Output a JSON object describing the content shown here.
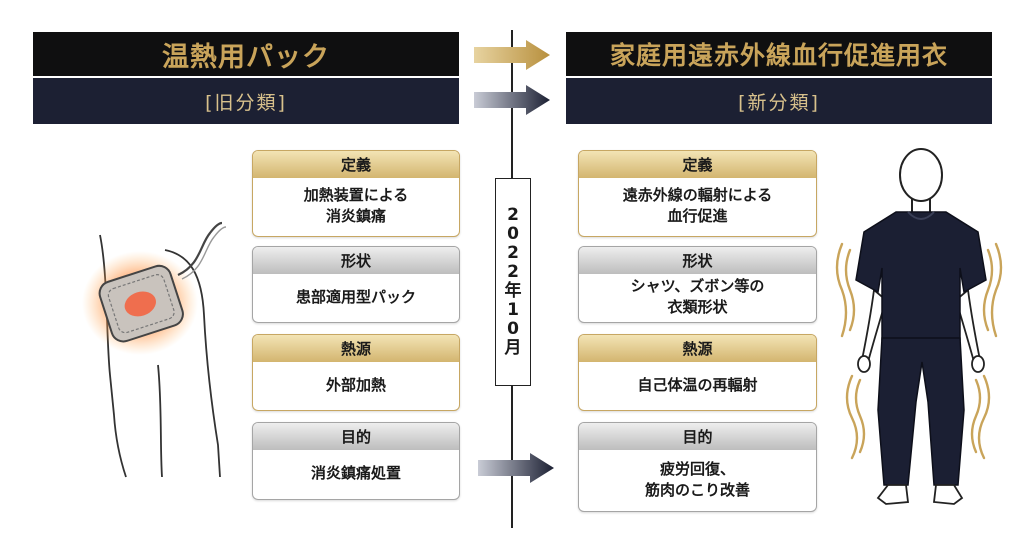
{
  "left_header": {
    "title": "温熱用パック",
    "sub": "[旧分類]"
  },
  "right_header": {
    "title": "家庭用遠赤外線血行促進用衣",
    "sub": "[新分類]"
  },
  "date_chars": [
    "2",
    "0",
    "2",
    "2",
    "年",
    "1",
    "0",
    "月"
  ],
  "left_cards": [
    {
      "head": "定義",
      "body": "加熱装置による\n消炎鎮痛",
      "style": "gold"
    },
    {
      "head": "形状",
      "body": "患部適用型パック",
      "style": "gray"
    },
    {
      "head": "熱源",
      "body": "外部加熱",
      "style": "gold"
    },
    {
      "head": "目的",
      "body": "消炎鎮痛処置",
      "style": "gray"
    }
  ],
  "right_cards": [
    {
      "head": "定義",
      "body": "遠赤外線の輻射による\n血行促進",
      "style": "gold"
    },
    {
      "head": "形状",
      "body": "シャツ、ズボン等の\n衣類形状",
      "style": "gray"
    },
    {
      "head": "熱源",
      "body": "自己体温の再輻射",
      "style": "gold"
    },
    {
      "head": "目的",
      "body": "疲労回復、\n筋肉のこり改善",
      "style": "gray"
    }
  ],
  "icons": {
    "left_figure": "heat-pack-shoulder-icon",
    "right_figure": "person-in-garment-icon",
    "arrow_gold": "gold-arrow-icon",
    "arrow_navy": "navy-arrow-icon"
  },
  "colors": {
    "gold": "#c9a45a",
    "navy": "#1c2033",
    "black": "#0f0f10",
    "garment": "#1b1f33"
  }
}
